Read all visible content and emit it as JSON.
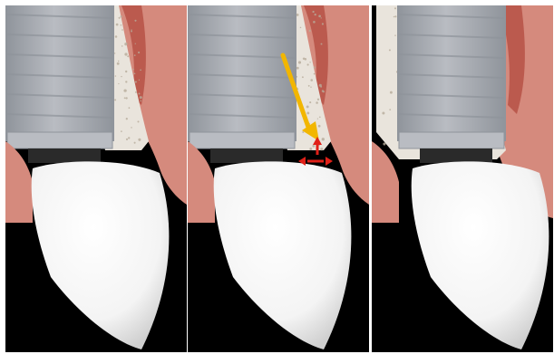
{
  "figure": {
    "background": "#ffffff",
    "panels": [
      {
        "name": "panel-1",
        "arrows": []
      },
      {
        "name": "panel-2",
        "arrows": [
          {
            "name": "yellow-arrow-down",
            "color": "#f2b600"
          },
          {
            "name": "red-arrow-vertical",
            "color": "#e02018"
          },
          {
            "name": "red-arrow-horizontal",
            "color": "#e02018"
          }
        ]
      },
      {
        "name": "panel-3",
        "arrows": []
      }
    ],
    "colors": {
      "implant": "#b9bcc2",
      "implant_shadow": "#8f949b",
      "abutment": "#2a2a2a",
      "bone": "#e9e4dc",
      "bone_speckle": "#b8ad9c",
      "gum": "#d58a7d",
      "gum_dark": "#b24a3f",
      "crown": "#f4f4f4",
      "crown_shadow": "#cfcfcf",
      "background": "#000000"
    }
  }
}
